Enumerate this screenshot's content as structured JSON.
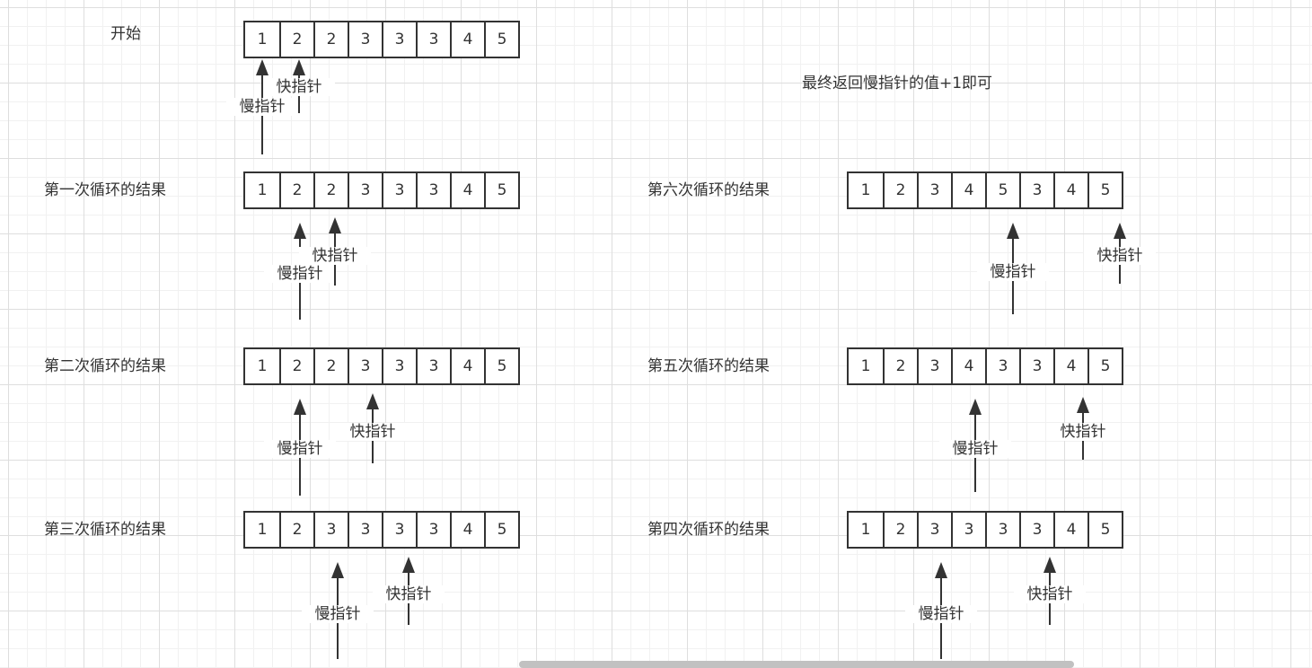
{
  "title": "开始",
  "note": "最终返回慢指针的值+1即可",
  "slow_label": "慢指针",
  "fast_label": "快指针",
  "rows": [
    {
      "label": "开始",
      "values": [
        "1",
        "2",
        "2",
        "3",
        "3",
        "3",
        "4",
        "5"
      ],
      "slow": 0,
      "fast": 1
    },
    {
      "label": "第一次循环的结果",
      "values": [
        "1",
        "2",
        "2",
        "3",
        "3",
        "3",
        "4",
        "5"
      ],
      "slow": 1,
      "fast": 2
    },
    {
      "label": "第二次循环的结果",
      "values": [
        "1",
        "2",
        "2",
        "3",
        "3",
        "3",
        "4",
        "5"
      ],
      "slow": 1,
      "fast": 3
    },
    {
      "label": "第三次循环的结果",
      "values": [
        "1",
        "2",
        "3",
        "3",
        "3",
        "3",
        "4",
        "5"
      ],
      "slow": 2,
      "fast": 4
    },
    {
      "label": "第四次循环的结果",
      "values": [
        "1",
        "2",
        "3",
        "3",
        "3",
        "3",
        "4",
        "5"
      ],
      "slow": 2,
      "fast": 5
    },
    {
      "label": "第五次循环的结果",
      "values": [
        "1",
        "2",
        "3",
        "4",
        "3",
        "3",
        "4",
        "5"
      ],
      "slow": 3,
      "fast": 6
    },
    {
      "label": "第六次循环的结果",
      "values": [
        "1",
        "2",
        "3",
        "4",
        "5",
        "3",
        "4",
        "5"
      ],
      "slow": 4,
      "fast": 7
    }
  ]
}
